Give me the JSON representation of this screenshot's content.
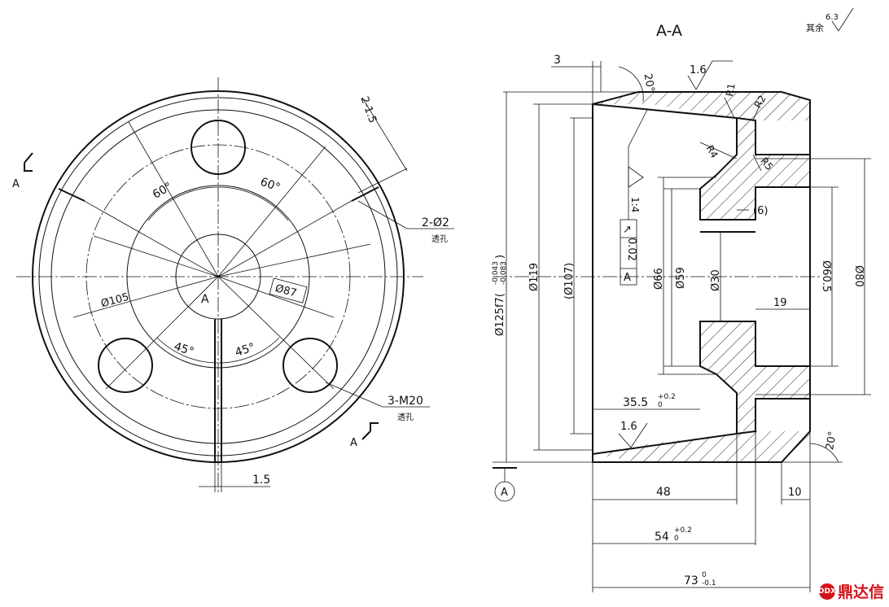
{
  "left_view": {
    "section_mark_top": "A",
    "section_mark_bottom": "A",
    "center_label": "A",
    "angle_60_left": "60°",
    "angle_60_right": "60°",
    "angle_45_left": "45°",
    "angle_45_right": "45°",
    "dia_105": "Ø105",
    "dia_87": "Ø87",
    "chamfer_note": "2-1.5",
    "hole_note": "2-Ø2",
    "hole_note_sub": "透孔",
    "thread_note": "3-M20",
    "thread_note_sub": "透孔",
    "slot_width": "1.5"
  },
  "section_view": {
    "title": "A-A",
    "roughness_other_label": "其余",
    "roughness_other_value": "6.3",
    "dim_3": "3",
    "angle_20_top": "20°",
    "roughness_top": "1.6",
    "r1": "R1",
    "r2": "R2",
    "r4": "R4",
    "r5": "R5",
    "taper_ratio": "1:4",
    "tol_symbol": "↗",
    "tol_value": "0.02",
    "tol_datum": "A",
    "dim_6": "(6)",
    "dia_125": "Ø125f7(",
    "dia_125_tol_upper": "-0.043",
    "dia_125_tol_lower": "-0.083",
    "dia_125_close": ")",
    "dia_119": "Ø119",
    "dia_107": "(Ø107)",
    "dia_66": "Ø66",
    "dia_59": "Ø59",
    "dia_30": "Ø30",
    "dia_60_5": "Ø60.5",
    "dia_80": "Ø80",
    "dim_19": "19",
    "dim_35_5": "35.5",
    "dim_35_5_tol_upper": "+0.2",
    "dim_35_5_tol_lower": "0",
    "roughness_bottom": "1.6",
    "angle_20_bottom": "20°",
    "datum_label": "A",
    "dim_48": "48",
    "dim_10": "10",
    "dim_54": "54",
    "dim_54_tol_upper": "+0.2",
    "dim_54_tol_lower": "0",
    "dim_73": "73",
    "dim_73_tol_upper": "0",
    "dim_73_tol_lower": "-0.1"
  },
  "logo": {
    "mark": "DDX",
    "text": "鼎达信",
    "color": "#d2141a"
  }
}
